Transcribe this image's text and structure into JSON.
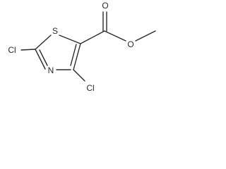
{
  "atoms": {
    "sulfur": "S",
    "nitrogen": "N",
    "chlorine_left": "Cl",
    "chlorine_right": "Cl",
    "carbonyl_oxygen": "O",
    "ester_oxygen": "O"
  }
}
